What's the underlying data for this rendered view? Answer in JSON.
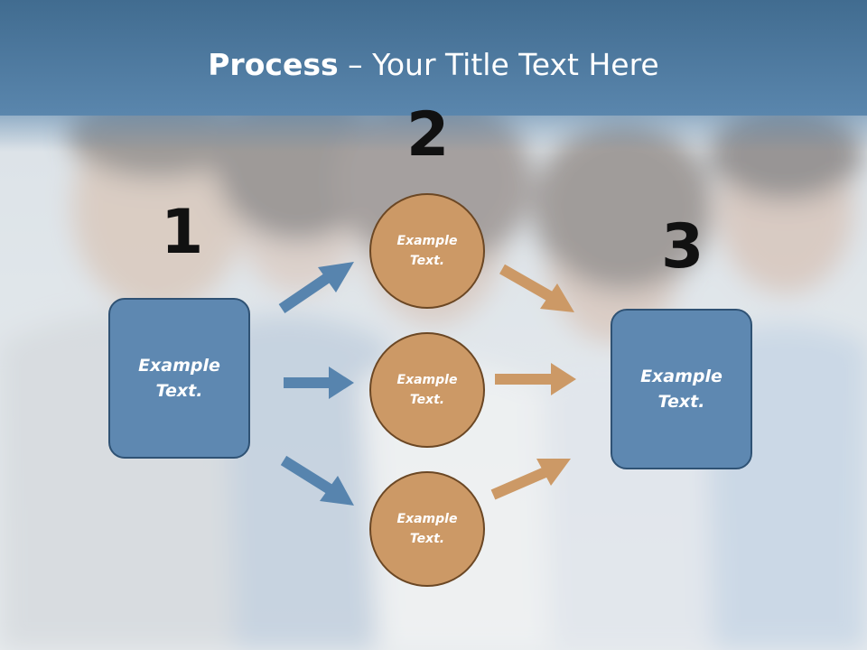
{
  "title": {
    "bold": "Process",
    "rest": " – Your Title Text Here"
  },
  "steps": {
    "one": "1",
    "two": "2",
    "three": "3"
  },
  "left_box": {
    "line1": "Example",
    "line2": "Text."
  },
  "circles": [
    {
      "line1": "Example",
      "line2": "Text."
    },
    {
      "line1": "Example",
      "line2": "Text."
    },
    {
      "line1": "Example",
      "line2": "Text."
    }
  ],
  "right_box": {
    "line1": "Example",
    "line2": "Text."
  },
  "colors": {
    "header": "#4a7499",
    "box": "#5e88b1",
    "circle": "#cc9966",
    "blue_arrow": "#5784ae",
    "orange_arrow": "#cc9966"
  }
}
